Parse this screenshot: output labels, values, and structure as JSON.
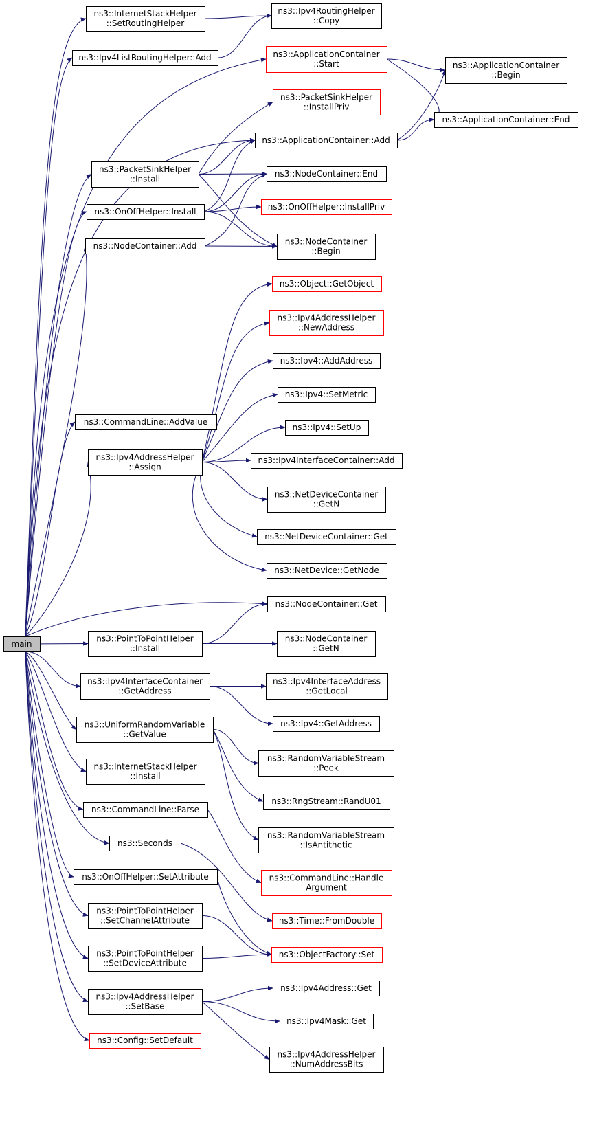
{
  "colors": {
    "edge": "#191970",
    "border_normal": "#000000",
    "border_truncated": "#ff0000",
    "root_fill": "#bfbfbf",
    "node_fill": "#ffffff"
  },
  "graph": {
    "root": "main",
    "nodes": [
      {
        "id": "main",
        "lines": [
          "main"
        ],
        "style": "root"
      },
      {
        "id": "ish_srh",
        "lines": [
          "ns3::InternetStackHelper",
          "::SetRoutingHelper"
        ],
        "style": "normal"
      },
      {
        "id": "ipv4rh_copy",
        "lines": [
          "ns3::Ipv4RoutingHelper",
          "::Copy"
        ],
        "style": "normal"
      },
      {
        "id": "ipv4lrh_add",
        "lines": [
          "ns3::Ipv4ListRoutingHelper::Add"
        ],
        "style": "normal"
      },
      {
        "id": "ac_start",
        "lines": [
          "ns3::ApplicationContainer",
          "::Start"
        ],
        "style": "truncated"
      },
      {
        "id": "ac_begin",
        "lines": [
          "ns3::ApplicationContainer",
          "::Begin"
        ],
        "style": "normal"
      },
      {
        "id": "psh_ip",
        "lines": [
          "ns3::PacketSinkHelper",
          "::InstallPriv"
        ],
        "style": "truncated"
      },
      {
        "id": "ac_end",
        "lines": [
          "ns3::ApplicationContainer::End"
        ],
        "style": "normal"
      },
      {
        "id": "ac_add",
        "lines": [
          "ns3::ApplicationContainer::Add"
        ],
        "style": "normal"
      },
      {
        "id": "psh_install",
        "lines": [
          "ns3::PacketSinkHelper",
          "::Install"
        ],
        "style": "normal"
      },
      {
        "id": "nc_end",
        "lines": [
          "ns3::NodeContainer::End"
        ],
        "style": "normal"
      },
      {
        "id": "ooh_install",
        "lines": [
          "ns3::OnOffHelper::Install"
        ],
        "style": "normal"
      },
      {
        "id": "ooh_ip",
        "lines": [
          "ns3::OnOffHelper::InstallPriv"
        ],
        "style": "truncated"
      },
      {
        "id": "nc_add",
        "lines": [
          "ns3::NodeContainer::Add"
        ],
        "style": "normal"
      },
      {
        "id": "nc_begin",
        "lines": [
          "ns3::NodeContainer",
          "::Begin"
        ],
        "style": "normal"
      },
      {
        "id": "obj_go",
        "lines": [
          "ns3::Object::GetObject"
        ],
        "style": "truncated"
      },
      {
        "id": "ipv4ah_na",
        "lines": [
          "ns3::Ipv4AddressHelper",
          "::NewAddress"
        ],
        "style": "truncated"
      },
      {
        "id": "ipv4_aa",
        "lines": [
          "ns3::Ipv4::AddAddress"
        ],
        "style": "normal"
      },
      {
        "id": "ipv4_sm",
        "lines": [
          "ns3::Ipv4::SetMetric"
        ],
        "style": "normal"
      },
      {
        "id": "ipv4_su",
        "lines": [
          "ns3::Ipv4::SetUp"
        ],
        "style": "normal"
      },
      {
        "id": "cl_av",
        "lines": [
          "ns3::CommandLine::AddValue"
        ],
        "style": "normal"
      },
      {
        "id": "ipv4ah_assign",
        "lines": [
          "ns3::Ipv4AddressHelper",
          "::Assign"
        ],
        "style": "normal"
      },
      {
        "id": "ipv4ic_add",
        "lines": [
          "ns3::Ipv4InterfaceContainer::Add"
        ],
        "style": "normal"
      },
      {
        "id": "ndc_getn",
        "lines": [
          "ns3::NetDeviceContainer",
          "::GetN"
        ],
        "style": "normal"
      },
      {
        "id": "ndc_get",
        "lines": [
          "ns3::NetDeviceContainer::Get"
        ],
        "style": "normal"
      },
      {
        "id": "nd_gn",
        "lines": [
          "ns3::NetDevice::GetNode"
        ],
        "style": "normal"
      },
      {
        "id": "nc_get",
        "lines": [
          "ns3::NodeContainer::Get"
        ],
        "style": "normal"
      },
      {
        "id": "p2p_install",
        "lines": [
          "ns3::PointToPointHelper",
          "::Install"
        ],
        "style": "normal"
      },
      {
        "id": "nc_getn",
        "lines": [
          "ns3::NodeContainer",
          "::GetN"
        ],
        "style": "normal"
      },
      {
        "id": "ipv4ic_ga",
        "lines": [
          "ns3::Ipv4InterfaceContainer",
          "::GetAddress"
        ],
        "style": "normal"
      },
      {
        "id": "ipv4ia_gl",
        "lines": [
          "ns3::Ipv4InterfaceAddress",
          "::GetLocal"
        ],
        "style": "normal"
      },
      {
        "id": "ipv4_ga",
        "lines": [
          "ns3::Ipv4::GetAddress"
        ],
        "style": "normal"
      },
      {
        "id": "urv_gv",
        "lines": [
          "ns3::UniformRandomVariable",
          "::GetValue"
        ],
        "style": "normal"
      },
      {
        "id": "rvs_peek",
        "lines": [
          "ns3::RandomVariableStream",
          "::Peek"
        ],
        "style": "normal"
      },
      {
        "id": "ish_install",
        "lines": [
          "ns3::InternetStackHelper",
          "::Install"
        ],
        "style": "normal"
      },
      {
        "id": "rng_ru01",
        "lines": [
          "ns3::RngStream::RandU01"
        ],
        "style": "normal"
      },
      {
        "id": "cl_parse",
        "lines": [
          "ns3::CommandLine::Parse"
        ],
        "style": "normal"
      },
      {
        "id": "rvs_ia",
        "lines": [
          "ns3::RandomVariableStream",
          "::IsAntithetic"
        ],
        "style": "normal"
      },
      {
        "id": "seconds",
        "lines": [
          "ns3::Seconds"
        ],
        "style": "normal"
      },
      {
        "id": "cl_ha",
        "lines": [
          "ns3::CommandLine::Handle",
          "Argument"
        ],
        "style": "truncated"
      },
      {
        "id": "ooh_sa",
        "lines": [
          "ns3::OnOffHelper::SetAttribute"
        ],
        "style": "normal"
      },
      {
        "id": "time_fd",
        "lines": [
          "ns3::Time::FromDouble"
        ],
        "style": "truncated"
      },
      {
        "id": "p2p_sca",
        "lines": [
          "ns3::PointToPointHelper",
          "::SetChannelAttribute"
        ],
        "style": "normal"
      },
      {
        "id": "of_set",
        "lines": [
          "ns3::ObjectFactory::Set"
        ],
        "style": "truncated"
      },
      {
        "id": "p2p_sda",
        "lines": [
          "ns3::PointToPointHelper",
          "::SetDeviceAttribute"
        ],
        "style": "normal"
      },
      {
        "id": "ipv4a_get",
        "lines": [
          "ns3::Ipv4Address::Get"
        ],
        "style": "normal"
      },
      {
        "id": "ipv4ah_sb",
        "lines": [
          "ns3::Ipv4AddressHelper",
          "::SetBase"
        ],
        "style": "normal"
      },
      {
        "id": "ipv4m_get",
        "lines": [
          "ns3::Ipv4Mask::Get"
        ],
        "style": "normal"
      },
      {
        "id": "cfg_sd",
        "lines": [
          "ns3::Config::SetDefault"
        ],
        "style": "truncated"
      },
      {
        "id": "ipv4ah_nab",
        "lines": [
          "ns3::Ipv4AddressHelper",
          "::NumAddressBits"
        ],
        "style": "normal"
      }
    ],
    "edges": [
      {
        "from": "main",
        "to": "ish_srh"
      },
      {
        "from": "main",
        "to": "ipv4lrh_add"
      },
      {
        "from": "main",
        "to": "ac_start"
      },
      {
        "from": "main",
        "to": "ac_add"
      },
      {
        "from": "main",
        "to": "psh_install"
      },
      {
        "from": "main",
        "to": "ooh_install"
      },
      {
        "from": "main",
        "to": "nc_add"
      },
      {
        "from": "main",
        "to": "cl_av"
      },
      {
        "from": "main",
        "to": "ipv4ah_assign"
      },
      {
        "from": "main",
        "to": "nc_get"
      },
      {
        "from": "main",
        "to": "p2p_install"
      },
      {
        "from": "main",
        "to": "ipv4ic_ga"
      },
      {
        "from": "main",
        "to": "urv_gv"
      },
      {
        "from": "main",
        "to": "ish_install"
      },
      {
        "from": "main",
        "to": "cl_parse"
      },
      {
        "from": "main",
        "to": "seconds"
      },
      {
        "from": "main",
        "to": "ooh_sa"
      },
      {
        "from": "main",
        "to": "p2p_sca"
      },
      {
        "from": "main",
        "to": "p2p_sda"
      },
      {
        "from": "main",
        "to": "ipv4ah_sb"
      },
      {
        "from": "main",
        "to": "cfg_sd"
      },
      {
        "from": "ish_srh",
        "to": "ipv4rh_copy"
      },
      {
        "from": "ipv4lrh_add",
        "to": "ipv4rh_copy"
      },
      {
        "from": "ac_start",
        "to": "ac_begin"
      },
      {
        "from": "ac_start",
        "to": "ac_end"
      },
      {
        "from": "ac_add",
        "to": "ac_begin"
      },
      {
        "from": "ac_add",
        "to": "ac_end"
      },
      {
        "from": "psh_install",
        "to": "psh_ip"
      },
      {
        "from": "psh_install",
        "to": "ac_add"
      },
      {
        "from": "psh_install",
        "to": "nc_end"
      },
      {
        "from": "psh_install",
        "to": "nc_begin"
      },
      {
        "from": "ooh_install",
        "to": "ac_add"
      },
      {
        "from": "ooh_install",
        "to": "nc_end"
      },
      {
        "from": "ooh_install",
        "to": "ooh_ip"
      },
      {
        "from": "ooh_install",
        "to": "nc_begin"
      },
      {
        "from": "nc_add",
        "to": "nc_end"
      },
      {
        "from": "nc_add",
        "to": "nc_begin"
      },
      {
        "from": "ipv4ah_assign",
        "to": "obj_go"
      },
      {
        "from": "ipv4ah_assign",
        "to": "ipv4ah_na"
      },
      {
        "from": "ipv4ah_assign",
        "to": "ipv4_aa"
      },
      {
        "from": "ipv4ah_assign",
        "to": "ipv4_sm"
      },
      {
        "from": "ipv4ah_assign",
        "to": "ipv4_su"
      },
      {
        "from": "ipv4ah_assign",
        "to": "ipv4ic_add"
      },
      {
        "from": "ipv4ah_assign",
        "to": "ndc_getn"
      },
      {
        "from": "ipv4ah_assign",
        "to": "ndc_get"
      },
      {
        "from": "ipv4ah_assign",
        "to": "nd_gn"
      },
      {
        "from": "p2p_install",
        "to": "nc_get"
      },
      {
        "from": "p2p_install",
        "to": "nc_getn"
      },
      {
        "from": "ipv4ic_ga",
        "to": "ipv4ia_gl"
      },
      {
        "from": "ipv4ic_ga",
        "to": "ipv4_ga"
      },
      {
        "from": "urv_gv",
        "to": "rvs_peek"
      },
      {
        "from": "urv_gv",
        "to": "rng_ru01"
      },
      {
        "from": "urv_gv",
        "to": "rvs_ia"
      },
      {
        "from": "cl_parse",
        "to": "cl_ha"
      },
      {
        "from": "seconds",
        "to": "time_fd"
      },
      {
        "from": "ooh_sa",
        "to": "of_set"
      },
      {
        "from": "p2p_sca",
        "to": "of_set"
      },
      {
        "from": "p2p_sda",
        "to": "of_set"
      },
      {
        "from": "ipv4ah_sb",
        "to": "ipv4a_get"
      },
      {
        "from": "ipv4ah_sb",
        "to": "ipv4m_get"
      },
      {
        "from": "ipv4ah_sb",
        "to": "ipv4ah_nab"
      }
    ]
  }
}
